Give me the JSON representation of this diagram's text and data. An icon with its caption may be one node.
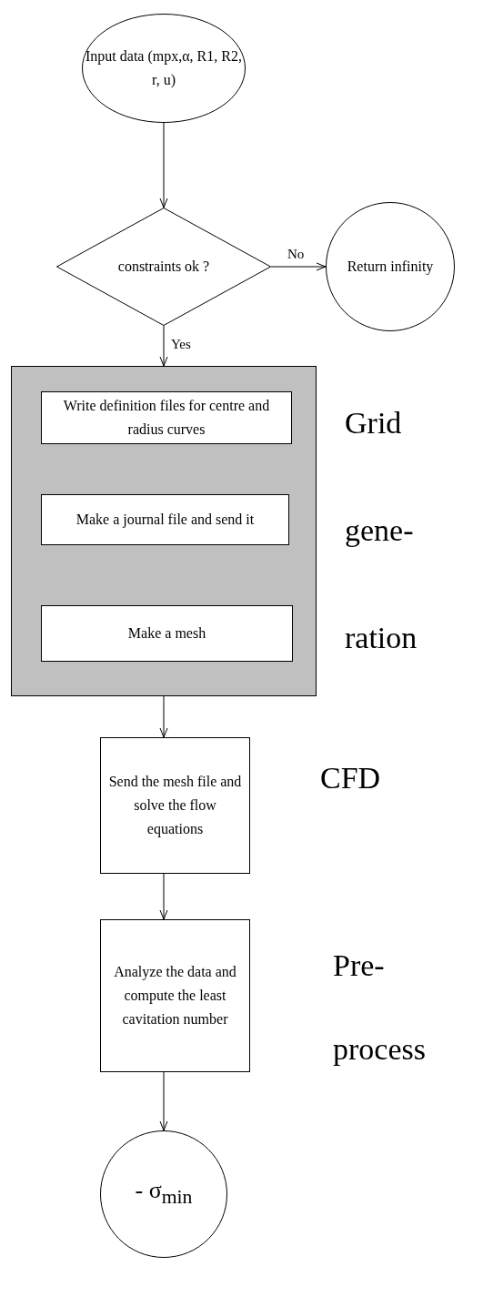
{
  "diagram": {
    "nodes": [
      {
        "text": [
          "Input data (mpx,α, R1, R2, r, u)"
        ]
      },
      {
        "text": [
          "constraints ok ?"
        ]
      },
      {
        "text": [
          "Return infinity"
        ]
      },
      {
        "text": [
          "Grid gene- ration"
        ]
      },
      {
        "text": [
          "Write definition files for centre and radius curves"
        ],
        "in": 3
      },
      {
        "text": [
          "Make a journal file and send it"
        ],
        "in": 3
      },
      {
        "text": [
          "Make a mesh"
        ],
        "in": 3
      },
      {
        "text": [
          "Send the mesh file and solve the flow equations"
        ],
        "beside": [
          "CFD"
        ]
      },
      {
        "text": [
          "Analyze the data and compute the least cavitation number"
        ],
        "beside": [
          "Pre- process"
        ]
      },
      {
        "text": [
          "- σ$_{min}$"
        ]
      }
    ],
    "edges": [
      {
        "from": 0,
        "to": 1,
        "arrow": "to"
      },
      {
        "from": 1,
        "to": 2,
        "arrow": "to",
        "label": "No"
      },
      {
        "from": 1,
        "to": 3,
        "arrow": "to",
        "label": "Yes"
      },
      {
        "from": 3,
        "to": 7,
        "arrow": "to"
      },
      {
        "from": 7,
        "to": 8,
        "arrow": "to"
      },
      {
        "from": 8,
        "to": 9,
        "arrow": "to"
      }
    ]
  }
}
